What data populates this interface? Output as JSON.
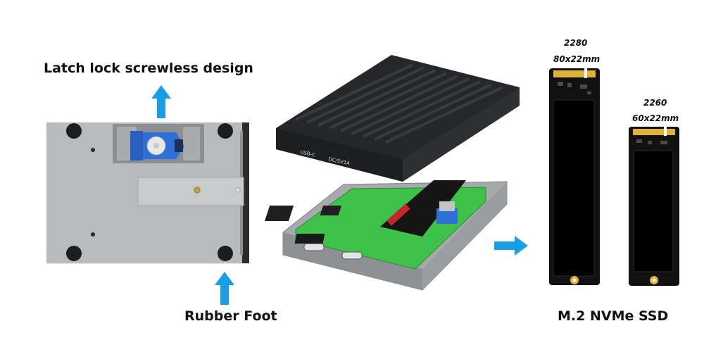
{
  "labels": {
    "latch": "Latch lock screwless design",
    "foot": "Rubber Foot",
    "ssd": "M.2 NVMe SSD"
  },
  "ssd_sizes": [
    {
      "type": "2280",
      "dims": "80x22mm"
    },
    {
      "type": "2260",
      "dims": "60x22mm"
    }
  ],
  "ports": {
    "usb": "USB-C",
    "dc": "DC/5V1A"
  },
  "colors": {
    "arrow": "#1a9ee6",
    "tray": "#b9bcbf",
    "latch": "#2f6fd6",
    "heatsink": "#2a2b2e",
    "pcb": "#3ec24a",
    "ssd_body": "#111111",
    "gold_contacts": "#e0b23a"
  },
  "icons": [
    "arrow-up-icon",
    "arrow-right-icon"
  ]
}
